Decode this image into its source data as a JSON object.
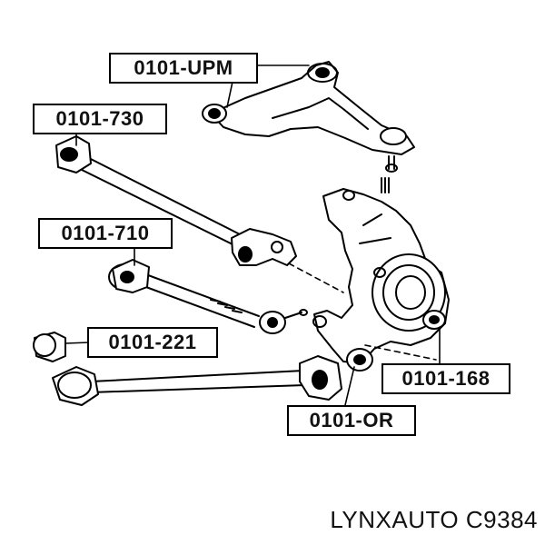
{
  "labels": {
    "upm": "0101-UPM",
    "p730": "0101-730",
    "p710": "0101-710",
    "p221": "0101-221",
    "p168": "0101-168",
    "por": "0101-OR"
  },
  "footer": {
    "brand": "LYNXAUTO",
    "part_number": "C9384"
  },
  "colors": {
    "line": "#000000",
    "background": "#ffffff"
  }
}
